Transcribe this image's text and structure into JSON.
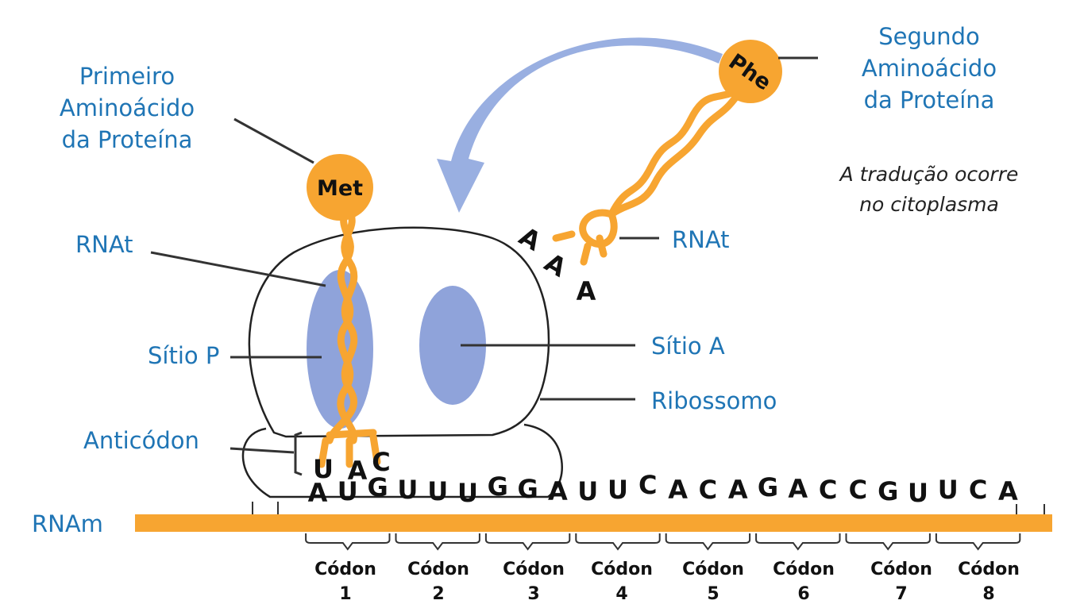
{
  "labels": {
    "first_aa": [
      "Primeiro",
      "Aminoácido",
      "da Proteína"
    ],
    "second_aa": [
      "Segundo",
      "Aminoácido",
      "da Proteína"
    ],
    "note": [
      "A tradução ocorre",
      "no citoplasma"
    ],
    "trna_left": "RNAt",
    "trna_right": "RNAt",
    "site_p": "Sítio P",
    "site_a": "Sítio A",
    "ribosome": "Ribossomo",
    "anticodon_label": "Anticódon",
    "mrna": "RNAm"
  },
  "amino_acids": {
    "met": "Met",
    "phe": "Phe"
  },
  "anticodon_bases": [
    "U",
    "A",
    "C"
  ],
  "incoming_anticodon": [
    "A",
    "A",
    "A"
  ],
  "mrna_bases": [
    "A",
    "U",
    "G",
    "U",
    "U",
    "U",
    "G",
    "G",
    "A",
    "U",
    "U",
    "C",
    "A",
    "C",
    "A",
    "G",
    "A",
    "C",
    "C",
    "G",
    "U",
    "U",
    "C",
    "A"
  ],
  "codons": [
    {
      "word": "Códon",
      "num": "1"
    },
    {
      "word": "Códon",
      "num": "2"
    },
    {
      "word": "Códon",
      "num": "3"
    },
    {
      "word": "Códon",
      "num": "4"
    },
    {
      "word": "Códon",
      "num": "5"
    },
    {
      "word": "Códon",
      "num": "6"
    },
    {
      "word": "Códon",
      "num": "7"
    },
    {
      "word": "Códon",
      "num": "8"
    }
  ],
  "colors": {
    "label_blue": "#1f75b5",
    "trna_orange": "#f7a531",
    "site_blue": "#8fa3da",
    "arrow_blue": "#8ea6de"
  }
}
